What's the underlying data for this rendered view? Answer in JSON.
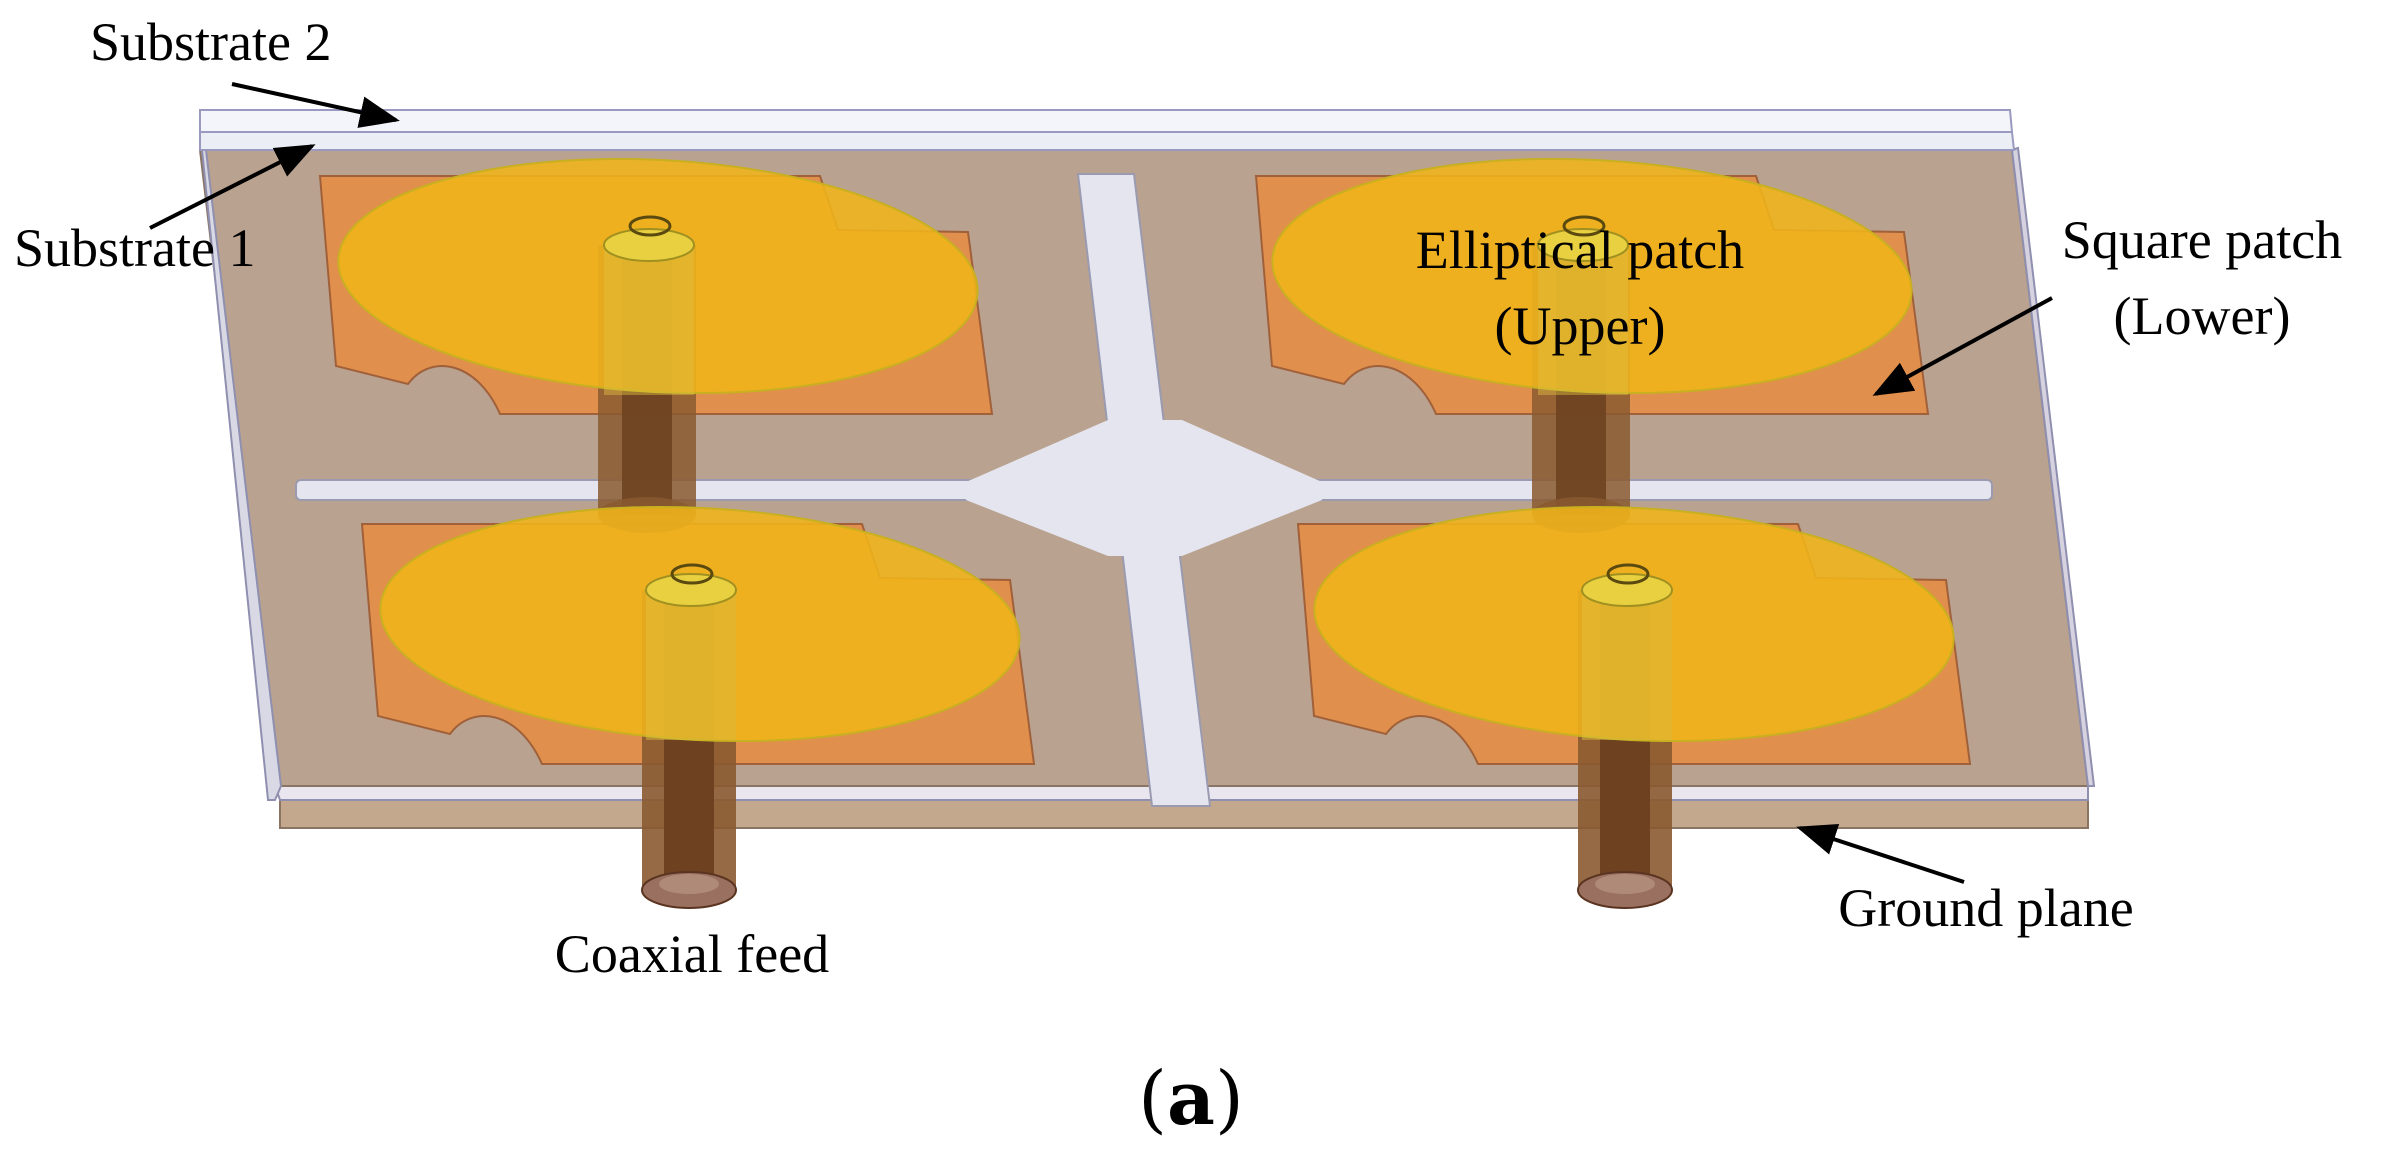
{
  "labels": {
    "substrate2": "Substrate 2",
    "substrate1": "Substrate 1",
    "elliptical_line1": "Elliptical patch",
    "elliptical_line2": "(Upper)",
    "square_line1": "Square patch",
    "square_line2": "(Lower)",
    "coaxial_feed": "Coaxial feed",
    "ground_plane": "Ground plane"
  },
  "caption": {
    "open": "(",
    "letter": "a",
    "close": ")"
  },
  "colors": {
    "board": "#b9a28f",
    "board_edge": "#a08a78",
    "substrate_white": "#eceef6",
    "slot": "#e4e5ef",
    "square_patch": "#e0904c",
    "ellipse_fill": "#f0b41a",
    "ellipse_stroke": "#d8c020",
    "feed_dark": "#7a4a22",
    "feed_light": "#c89a50"
  },
  "icons": {
    "arrow": "arrow-icon"
  }
}
